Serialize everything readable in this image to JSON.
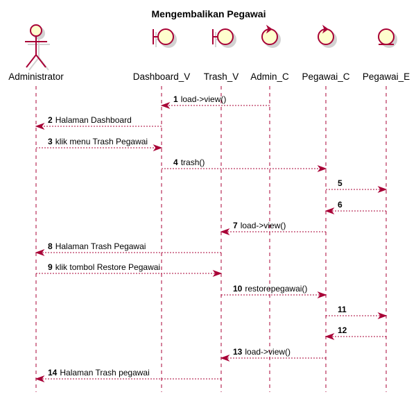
{
  "title": "Mengembalikan Pegawai",
  "participants": [
    {
      "id": "administrator",
      "label": "Administrator",
      "kind": "actor"
    },
    {
      "id": "dashboard_v",
      "label": "Dashboard_V",
      "kind": "boundary"
    },
    {
      "id": "trash_v",
      "label": "Trash_V",
      "kind": "boundary"
    },
    {
      "id": "admin_c",
      "label": "Admin_C",
      "kind": "control"
    },
    {
      "id": "pegawai_c",
      "label": "Pegawai_C",
      "kind": "control"
    },
    {
      "id": "pegawai_e",
      "label": "Pegawai_E",
      "kind": "entity"
    }
  ],
  "messages": [
    {
      "num": "1",
      "text": "load->view()",
      "from": "admin_c",
      "to": "dashboard_v"
    },
    {
      "num": "2",
      "text": "Halaman Dashboard",
      "from": "dashboard_v",
      "to": "administrator"
    },
    {
      "num": "3",
      "text": "klik menu Trash Pegawai",
      "from": "administrator",
      "to": "dashboard_v"
    },
    {
      "num": "4",
      "text": "trash()",
      "from": "dashboard_v",
      "to": "pegawai_c"
    },
    {
      "num": "5",
      "text": "",
      "from": "pegawai_c",
      "to": "pegawai_e"
    },
    {
      "num": "6",
      "text": "",
      "from": "pegawai_e",
      "to": "pegawai_c"
    },
    {
      "num": "7",
      "text": "load->view()",
      "from": "pegawai_c",
      "to": "trash_v"
    },
    {
      "num": "8",
      "text": "Halaman Trash Pegawai",
      "from": "trash_v",
      "to": "administrator"
    },
    {
      "num": "9",
      "text": "klik tombol Restore Pegawai",
      "from": "administrator",
      "to": "trash_v"
    },
    {
      "num": "10",
      "text": "restorepegawai()",
      "from": "trash_v",
      "to": "pegawai_c"
    },
    {
      "num": "11",
      "text": "",
      "from": "pegawai_c",
      "to": "pegawai_e"
    },
    {
      "num": "12",
      "text": "",
      "from": "pegawai_e",
      "to": "pegawai_c"
    },
    {
      "num": "13",
      "text": "load->view()",
      "from": "pegawai_c",
      "to": "trash_v"
    },
    {
      "num": "14",
      "text": "Halaman Trash pegawai",
      "from": "trash_v",
      "to": "administrator"
    }
  ],
  "colors": {
    "line": "#a80036",
    "fill": "#fefece",
    "shadow": "#d2d2d2",
    "text": "#000000"
  }
}
